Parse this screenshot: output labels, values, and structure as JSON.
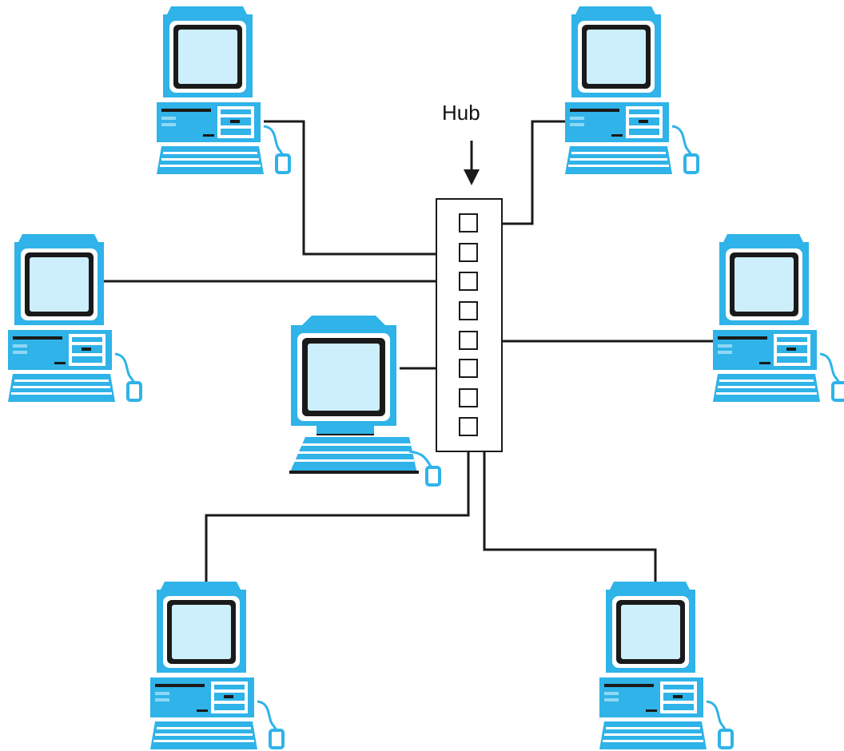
{
  "hub": {
    "label": "Hub",
    "port_count": 8
  },
  "computers": [
    {
      "id": "pc-top-left",
      "style": "desktop"
    },
    {
      "id": "pc-top-right",
      "style": "desktop"
    },
    {
      "id": "pc-mid-left",
      "style": "desktop"
    },
    {
      "id": "pc-mid-right",
      "style": "desktop"
    },
    {
      "id": "pc-center",
      "style": "monitor-keyboard"
    },
    {
      "id": "pc-bottom-left",
      "style": "desktop"
    },
    {
      "id": "pc-bottom-right",
      "style": "desktop"
    }
  ],
  "colors": {
    "device": "#2fb3e8",
    "screen": "#cdeefb",
    "cable": "#1a1a1a"
  }
}
